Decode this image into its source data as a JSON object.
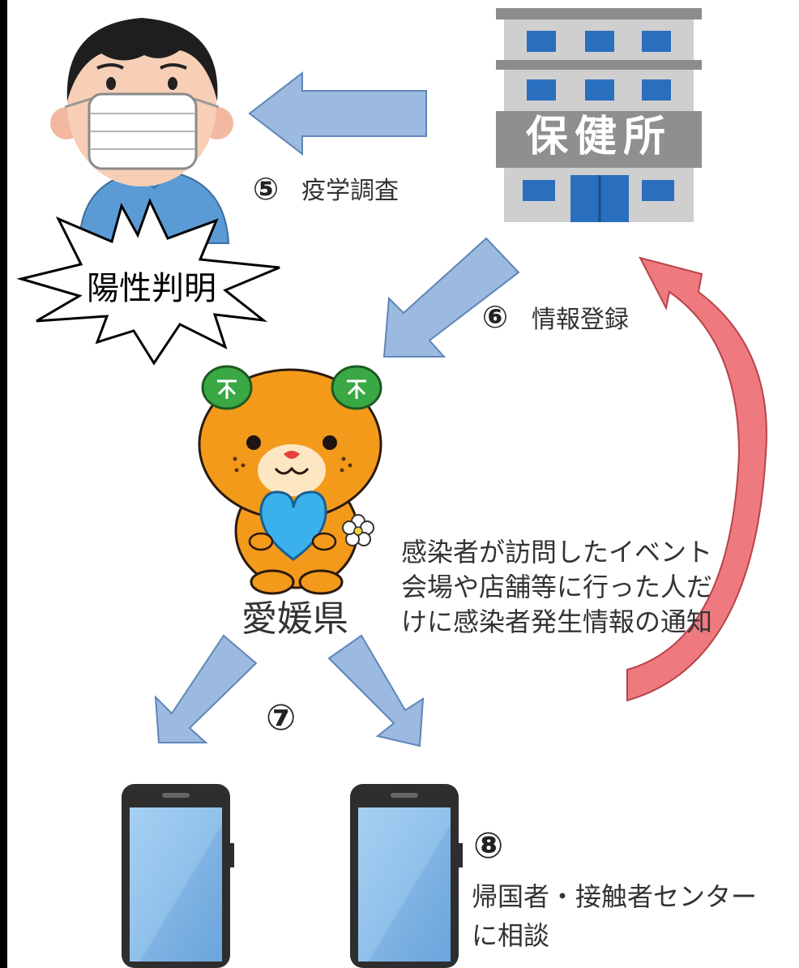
{
  "health_center_sign": "保健所",
  "step5": {
    "num": "⑤",
    "text": "疫学調査"
  },
  "positive_burst": "陽性判明",
  "step6": {
    "num": "⑥",
    "text": "情報登録"
  },
  "prefecture_label": "愛媛県",
  "notification_desc": [
    "感染者が訪問したイベント",
    "会場や店舗等に行った人だ",
    "けに感染者発生情報の通知"
  ],
  "step7": {
    "num": "⑦"
  },
  "step8": {
    "num": "⑧",
    "text_lines": [
      "帰国者・接触者センター",
      "に相談"
    ]
  },
  "icons": [
    "masked-person-icon",
    "health-center-building-icon",
    "mascot-mican-icon",
    "smartphone-icon",
    "smartphone-icon"
  ],
  "colors": {
    "arrow_blue": "#9cb9df",
    "arrow_blue_edge": "#5f86ba",
    "arrow_red": "#ee7a80",
    "arrow_red_edge": "#b8434b",
    "building": "#9a9a9a",
    "window_blue": "#2a6fbd",
    "mascot_orange": "#f39a1b",
    "heart_blue": "#3ab1ec",
    "phone_screen": "#8fc0ea"
  }
}
